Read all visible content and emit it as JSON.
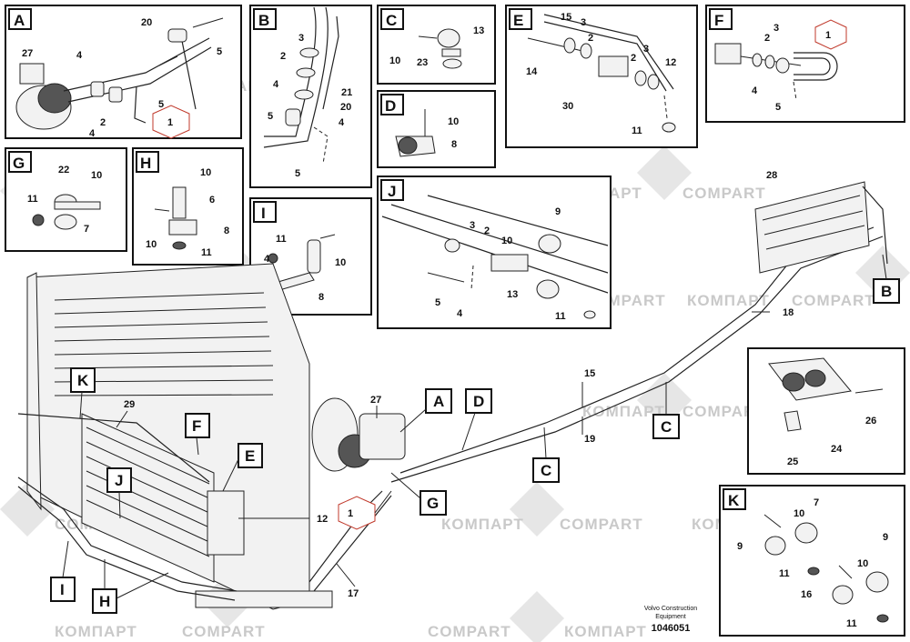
{
  "panels": {
    "A": {
      "label": "A",
      "parts": [
        "20",
        "5",
        "27",
        "4",
        "5",
        "2",
        "4",
        "1"
      ]
    },
    "B": {
      "label": "B",
      "parts": [
        "2",
        "3",
        "4",
        "21",
        "20",
        "5",
        "4",
        "5"
      ]
    },
    "C": {
      "label": "C",
      "parts": [
        "13",
        "10",
        "23"
      ]
    },
    "D": {
      "label": "D",
      "parts": [
        "10",
        "8"
      ]
    },
    "E": {
      "label": "E",
      "parts": [
        "15",
        "3",
        "2",
        "3",
        "2",
        "12",
        "14",
        "30",
        "11"
      ]
    },
    "F": {
      "label": "F",
      "parts": [
        "2",
        "3",
        "1",
        "4",
        "5"
      ]
    },
    "G": {
      "label": "G",
      "parts": [
        "22",
        "10",
        "11",
        "7"
      ]
    },
    "H": {
      "label": "H",
      "parts": [
        "10",
        "6",
        "10",
        "8",
        "11"
      ]
    },
    "I": {
      "label": "I",
      "parts": [
        "11",
        "4",
        "10",
        "8"
      ]
    },
    "J": {
      "label": "J",
      "parts": [
        "9",
        "3",
        "2",
        "10",
        "5",
        "13",
        "4",
        "11"
      ]
    },
    "K": {
      "label": "K",
      "parts": [
        "7",
        "10",
        "9",
        "11",
        "10",
        "9",
        "16",
        "11"
      ]
    }
  },
  "main": {
    "parts": [
      "28",
      "18",
      "15",
      "19",
      "29",
      "27",
      "12",
      "17",
      "26",
      "24",
      "25",
      "1"
    ],
    "callouts": [
      "B",
      "K",
      "F",
      "E",
      "J",
      "I",
      "H",
      "A",
      "D",
      "C",
      "C",
      "G"
    ]
  },
  "footer": {
    "brand_line1": "Volvo Construction",
    "brand_line2": "Equipment",
    "drawing_number": "1046051"
  },
  "watermark": {
    "text_latin": "COMPART",
    "text_cyrillic": "КОМПАРТ"
  }
}
